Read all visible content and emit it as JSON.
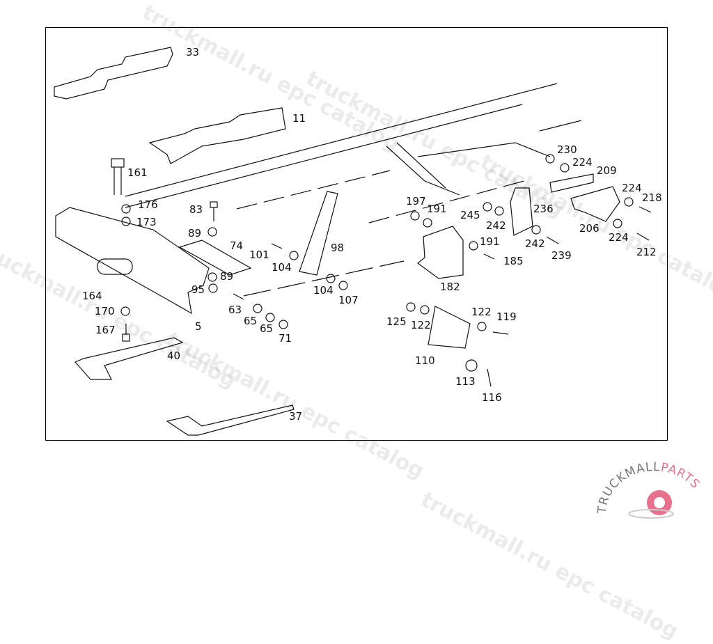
{
  "diagram": {
    "part_labels": [
      "33",
      "11",
      "161",
      "176",
      "173",
      "83",
      "89",
      "74",
      "101",
      "104",
      "98",
      "89",
      "95",
      "104",
      "107",
      "63",
      "65",
      "65",
      "71",
      "164",
      "170",
      "167",
      "5",
      "40",
      "37",
      "197",
      "191",
      "245",
      "242",
      "236",
      "230",
      "224",
      "209",
      "224",
      "218",
      "206",
      "224",
      "212",
      "242",
      "239",
      "191",
      "185",
      "182",
      "125",
      "122",
      "122",
      "119",
      "110",
      "113",
      "116"
    ]
  },
  "watermark": {
    "text": "truckmall.ru epc catalog"
  },
  "logo": {
    "text_dark": "TRUCKMALL",
    "text_accent": "PARTS",
    "accent_color": "#e8718d",
    "dark_color": "#777777"
  }
}
